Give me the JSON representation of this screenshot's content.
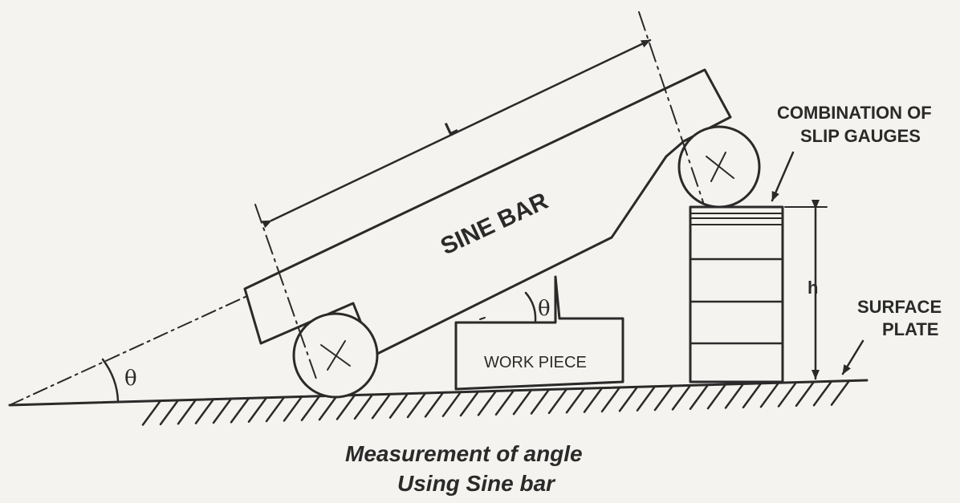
{
  "labels": {
    "length": "L",
    "sine_bar": "SINE BAR",
    "work_piece": "WORK PIECE",
    "theta_base": "θ",
    "theta_work": "θ",
    "height": "h",
    "slip_gauges_line1": "COMBINATION OF",
    "slip_gauges_line2": "SLIP GAUGES",
    "surface_plate_line1": "SURFACE",
    "surface_plate_line2": "PLATE"
  },
  "caption": {
    "line1": "Measurement of angle",
    "line2": "Using Sine bar"
  },
  "colors": {
    "ink": "#2a2a2a",
    "paper": "#f4f3ef"
  }
}
